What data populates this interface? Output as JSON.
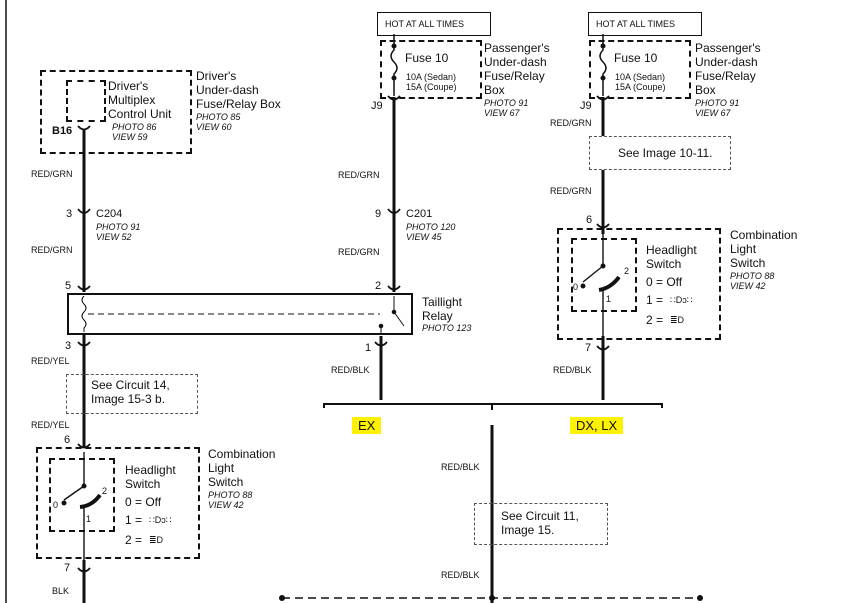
{
  "hot_labels": [
    "HOT AT ALL TIMES",
    "HOT AT ALL TIMES"
  ],
  "fuse": {
    "name": "Fuse 10",
    "sedan": "10A (Sedan)",
    "coupe": "15A (Coupe)"
  },
  "passenger_box": {
    "line1": "Passenger's",
    "line2": "Under-dash",
    "line3": "Fuse/Relay",
    "line4": "Box",
    "photo": "PHOTO 91",
    "view": "VIEW 67"
  },
  "driver_box": {
    "line1": "Driver's",
    "line2": "Under-dash",
    "line3": "Fuse/Relay Box",
    "photo": "PHOTO 85",
    "view": "VIEW 60"
  },
  "mcu": {
    "line1": "Driver's",
    "line2": "Multiplex",
    "line3": "Control Unit",
    "photo": "PHOTO 86",
    "view": "VIEW 59",
    "pin": "B16"
  },
  "connectors": {
    "j9": "J9",
    "c204": {
      "name": "C204",
      "pin": "3",
      "photo": "PHOTO 91",
      "view": "VIEW 52"
    },
    "c201": {
      "name": "C201",
      "pin": "9",
      "photo": "PHOTO 120",
      "view": "VIEW 45"
    }
  },
  "wires": {
    "red_grn": "RED/GRN",
    "red_yel": "RED/YEL",
    "red_blk": "RED/BLK",
    "blk": "BLK"
  },
  "relay": {
    "line1": "Taillight",
    "line2": "Relay",
    "photo": "PHOTO 123",
    "pins": [
      "5",
      "2",
      "3",
      "1"
    ]
  },
  "refs": {
    "image_10_11": "See Image 10-11.",
    "circuit_14": {
      "line1": "See Circuit 14,",
      "line2": "Image 15-3 b."
    },
    "circuit_11": {
      "line1": "See Circuit 11,",
      "line2": "Image 15."
    }
  },
  "switch": {
    "name1": "Combination",
    "name2": "Light",
    "name3": "Switch",
    "photo": "PHOTO 88",
    "view": "VIEW 42",
    "title1": "Headlight",
    "title2": "Switch",
    "pos0": "0 = Off",
    "pos1": "1 =",
    "pos2": "2 =",
    "glyph1": "∷Dɔ∷",
    "glyph2": "≣D",
    "pin_in": "6",
    "pin_out": "7",
    "n0": "0",
    "n1": "1",
    "n2": "2"
  },
  "variants": {
    "ex": "EX",
    "dx_lx": "DX, LX"
  },
  "colors": {
    "highlight": "#fff200",
    "ink": "#111111"
  }
}
